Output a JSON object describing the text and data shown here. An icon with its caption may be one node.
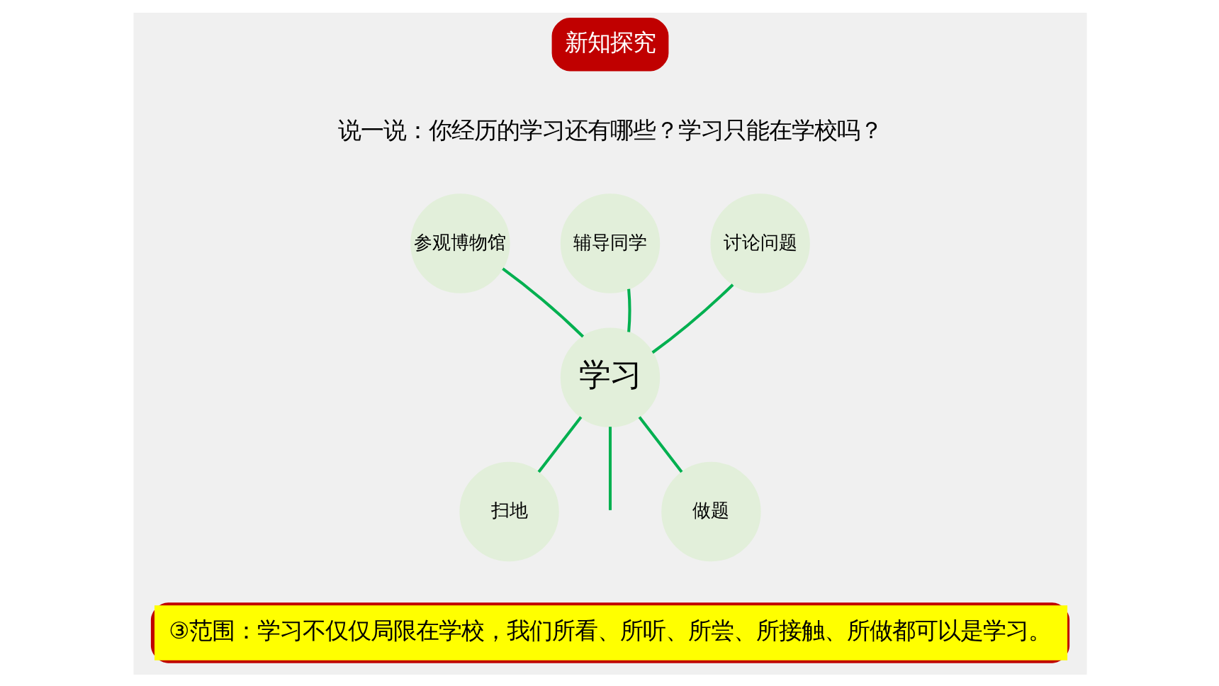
{
  "diagram": {
    "nodes": [
      {
        "text": [
          "辅导同学"
        ]
      },
      {
        "text": [
          "参观博物馆"
        ]
      },
      {
        "text": [
          "讨论问题"
        ]
      },
      {
        "text": [
          "学习"
        ]
      },
      {
        "text": [
          "做题"
        ]
      },
      {
        "text": [
          "扫地"
        ]
      }
    ],
    "edges": [
      {
        "from": 3,
        "to": 0,
        "arrow": "none"
      },
      {
        "from": 3,
        "to": 1,
        "arrow": "none"
      },
      {
        "from": 3,
        "to": 2,
        "arrow": "none"
      },
      {
        "from": 3,
        "to": 4,
        "arrow": "none"
      },
      {
        "from": 3,
        "to": 5,
        "arrow": "none"
      },
      {
        "from": 3,
        "to": null,
        "arrow": "none"
      }
    ],
    "labels": [
      "新知探究",
      "说一说：你经历的学习还有哪些？学习只能在学校吗？",
      "③范围：学习不仅仅局限在学校，我们所看、所听、所尝、所接触、所做都可以是学习。"
    ]
  }
}
